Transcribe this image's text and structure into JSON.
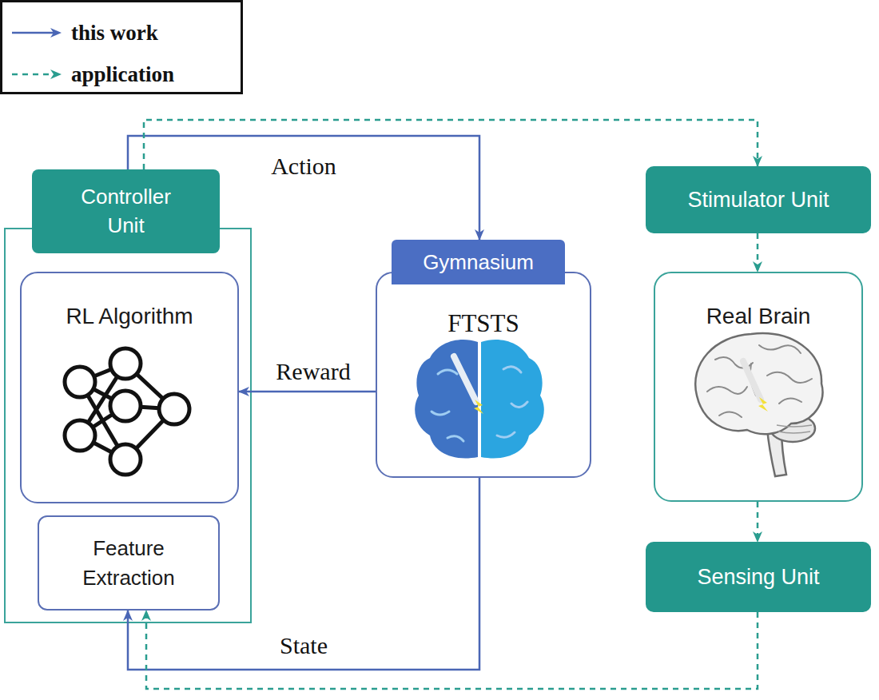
{
  "diagram": {
    "nodes": [
      {
        "text": [
          "Controller Unit"
        ]
      },
      {
        "text": [
          "RL Algorithm"
        ],
        "in": 0
      },
      {
        "text": [
          "Feature Extraction"
        ],
        "in": 0
      },
      {
        "text": [
          "Gymnasium",
          "FTSTS"
        ]
      },
      {
        "text": [
          "Stimulator Unit"
        ]
      },
      {
        "text": [
          "Real Brain"
        ]
      },
      {
        "text": [
          "Sensing Unit"
        ]
      }
    ],
    "edges": [
      {
        "from": 0,
        "to": 3,
        "label": "Action",
        "arrow": "to"
      },
      {
        "from": 3,
        "to": 1,
        "label": "Reward",
        "arrow": "to"
      },
      {
        "from": 3,
        "to": 2,
        "label": "State",
        "arrow": "to"
      },
      {
        "from": 0,
        "to": 4,
        "arrow": "to"
      },
      {
        "from": 4,
        "to": 5,
        "arrow": "to"
      },
      {
        "from": 5,
        "to": 6,
        "arrow": "to"
      },
      {
        "from": 6,
        "to": 2,
        "arrow": "to"
      }
    ],
    "legend": [
      {
        "text": "this work"
      },
      {
        "text": "application"
      }
    ]
  }
}
